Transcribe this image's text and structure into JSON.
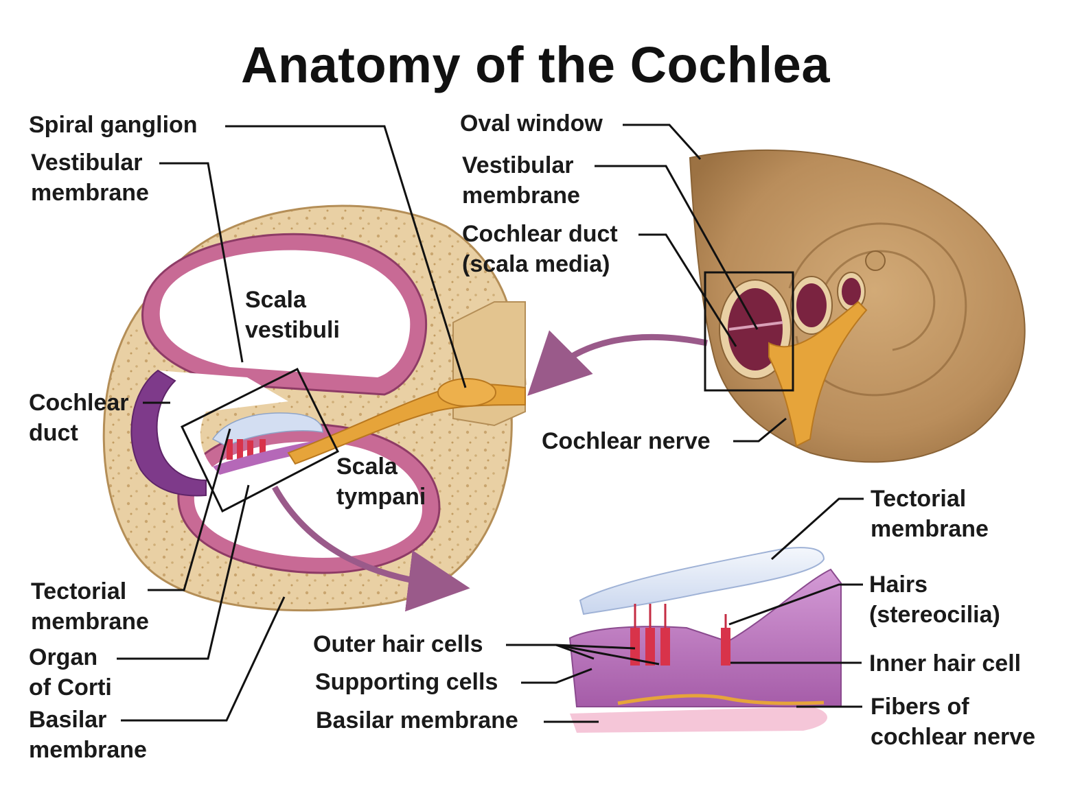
{
  "title": "Anatomy of the Cochlea",
  "labels": {
    "spiral_ganglion": "Spiral ganglion",
    "vestibular_membrane_left": [
      "Vestibular",
      "membrane"
    ],
    "scala_vestibuli": [
      "Scala",
      "vestibuli"
    ],
    "cochlear_duct_left": [
      "Cochlear",
      "duct"
    ],
    "scala_tympani": [
      "Scala",
      "tympani"
    ],
    "tectorial_membrane_left": [
      "Tectorial",
      "membrane"
    ],
    "organ_of_corti": [
      "Organ",
      "of Corti"
    ],
    "basilar_membrane_left": [
      "Basilar",
      "membrane"
    ],
    "oval_window": "Oval window",
    "vestibular_membrane_right": [
      "Vestibular",
      "membrane"
    ],
    "cochlear_duct_right": [
      "Cochlear duct",
      "(scala media)"
    ],
    "cochlear_nerve": "Cochlear nerve",
    "tectorial_membrane_right": [
      "Tectorial",
      "membrane"
    ],
    "hairs": [
      "Hairs",
      "(stereocilia)"
    ],
    "outer_hair_cells": "Outer hair cells",
    "supporting_cells": "Supporting cells",
    "basilar_membrane_bottom": "Basilar membrane",
    "inner_hair_cell": "Inner hair cell",
    "fibers_of_cochlear_nerve": [
      "Fibers of",
      "cochlear nerve"
    ]
  },
  "colors": {
    "bone": "#E9D0A4",
    "bone_dark": "#C9A56E",
    "duct_wall": "#C86A95",
    "duct_dark": "#8E3B66",
    "nerve": "#E6A43A",
    "tectorial": "#DDE6F5",
    "cells": "#C27AC4",
    "hair_red": "#D8334A",
    "arrow": "#9A5A8A",
    "snail": "#B88C5A"
  }
}
